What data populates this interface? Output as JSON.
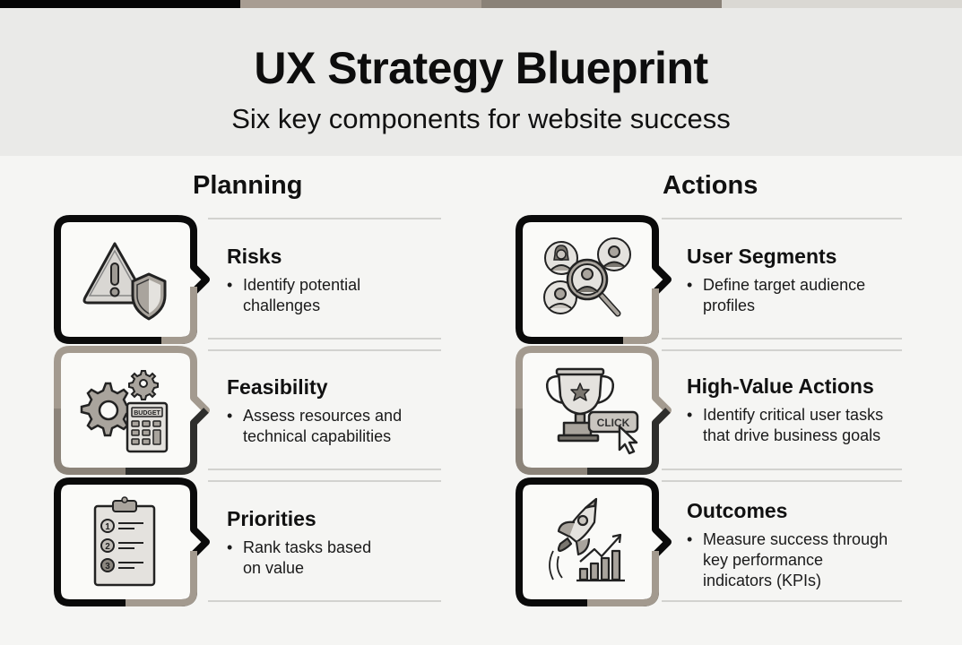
{
  "topbar": {
    "colors": [
      "#050505",
      "#a89d92",
      "#8a8278",
      "#dad8d3"
    ]
  },
  "header": {
    "title": "UX Strategy Blueprint",
    "subtitle": "Six key components for website success"
  },
  "columns": [
    {
      "title": "Planning",
      "items": [
        {
          "title": "Risks",
          "bullet": "Identify potential challenges",
          "bullet_lines": [
            "Identify potential",
            "challenges"
          ],
          "icon": "warning-shield-icon"
        },
        {
          "title": "Feasibility",
          "bullet": "Assess resources and technical capabilities",
          "bullet_lines": [
            "Assess resources and",
            "technical capabilities"
          ],
          "icon": "gears-budget-calculator-icon",
          "icon_label": "BUDGET"
        },
        {
          "title": "Priorities",
          "bullet": "Rank tasks based on value",
          "bullet_lines": [
            "Rank tasks based",
            "on value"
          ],
          "icon": "numbered-clipboard-icon",
          "icon_numbers": [
            "1",
            "2",
            "3"
          ]
        }
      ]
    },
    {
      "title": "Actions",
      "items": [
        {
          "title": "User Segments",
          "bullet": "Define target audience profiles",
          "bullet_lines": [
            "Define target audience",
            "profiles"
          ],
          "icon": "user-search-icon"
        },
        {
          "title": "High-Value Actions",
          "bullet": "Identify critical user tasks that drive business goals",
          "bullet_lines": [
            "Identify critical user tasks",
            "that drive business goals"
          ],
          "icon": "trophy-click-icon",
          "icon_label": "CLICK"
        },
        {
          "title": "Outcomes",
          "bullet": "Measure success through key performance indicators (KPIs)",
          "bullet_lines": [
            "Measure success through",
            "key performance",
            "indicators (KPIs)"
          ],
          "icon": "rocket-growth-chart-icon"
        }
      ]
    }
  ],
  "bullet_symbol": "•",
  "colors": {
    "dark": "#0a0a0a",
    "taupe": "#a39a8f",
    "charcoal": "#2e2e2c",
    "icon_fill": "#d9d7d3",
    "icon_mid": "#a9a49d",
    "icon_dark": "#7a766f"
  }
}
